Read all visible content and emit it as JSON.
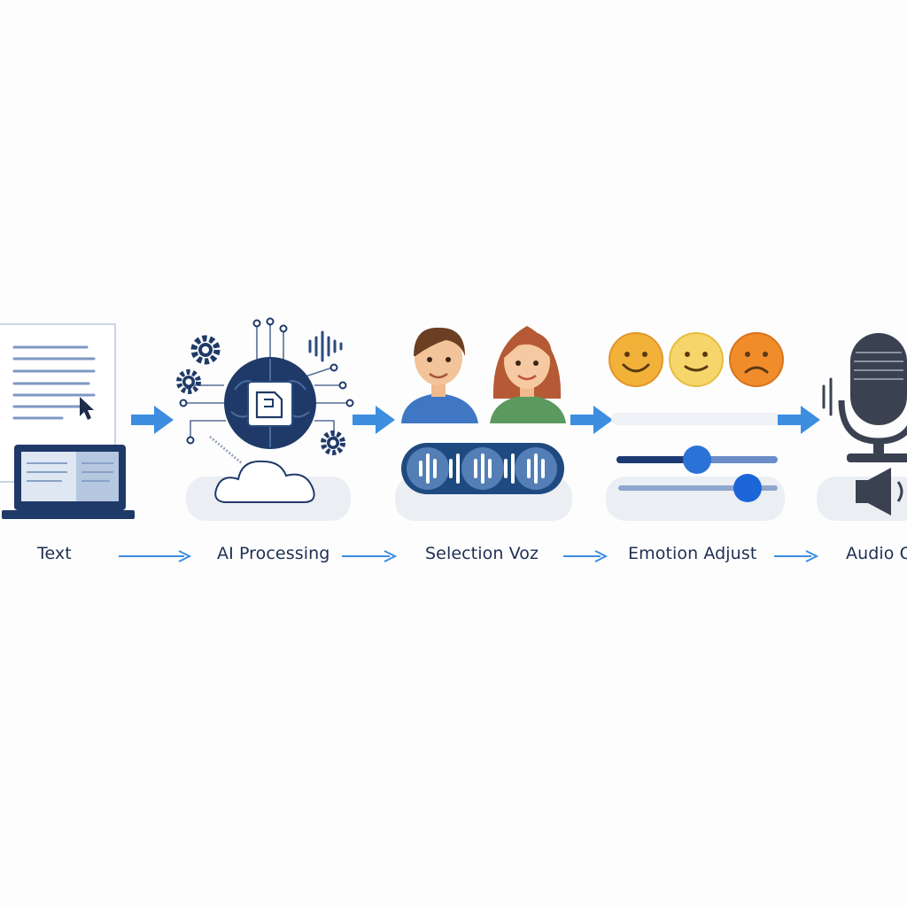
{
  "colors": {
    "navy": "#1f3a68",
    "arrow_blue": "#3d8ee0",
    "dark_gray": "#3a4150",
    "smile_orange": "#f2b23a",
    "face_yellow": "#f6d66a",
    "sad_orange": "#f08c2a",
    "slider_blue": "#1c66d8"
  },
  "steps": [
    {
      "label": "Text",
      "icon": "document-laptop-icon"
    },
    {
      "label": "AI Processing",
      "icon": "ai-brain-chip-icon"
    },
    {
      "label": "Selection Voz",
      "icon": "voice-avatars-icon"
    },
    {
      "label": "Emotion Adjust",
      "icon": "emotion-faces-icon"
    },
    {
      "label": "Audio O",
      "icon": "microphone-speaker-icon"
    }
  ],
  "emotion": {
    "faces": [
      "happy",
      "content",
      "sad"
    ],
    "slider_1": 0.5,
    "slider_2": 0.82
  }
}
